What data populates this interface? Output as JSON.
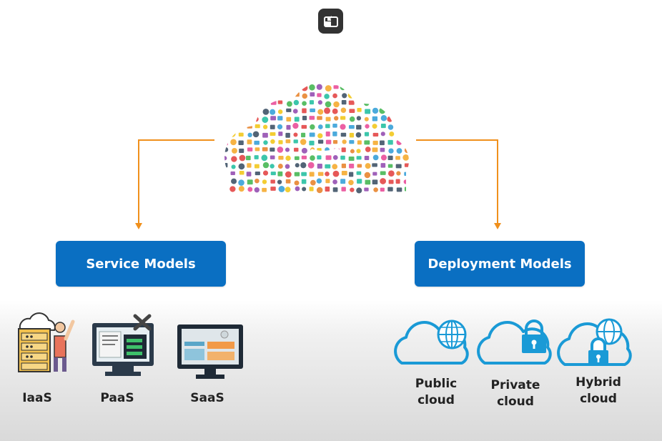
{
  "player": {
    "exit_button_icon": "exit-fullscreen-icon"
  },
  "diagram": {
    "service_models": {
      "label": "Service Models",
      "color": "#0a6fc2"
    },
    "deployment_models": {
      "label": "Deployment Models",
      "color": "#0a6fc2"
    },
    "connector_color": "#f0901c",
    "service_items": [
      {
        "label": "IaaS",
        "icon": "server-person-icon"
      },
      {
        "label": "PaaS",
        "icon": "platform-tools-icon"
      },
      {
        "label": "SaaS",
        "icon": "monitor-software-icon"
      }
    ],
    "deployment_items": [
      {
        "label_line1": "Public",
        "label_line2": "cloud",
        "icon": "cloud-globe-icon"
      },
      {
        "label_line1": "Private",
        "label_line2": "cloud",
        "icon": "cloud-lock-icon"
      },
      {
        "label_line1": "Hybrid",
        "label_line2": "cloud",
        "icon": "cloud-globe-lock-icon"
      }
    ],
    "deployment_icon_color": "#1a9ad6"
  }
}
